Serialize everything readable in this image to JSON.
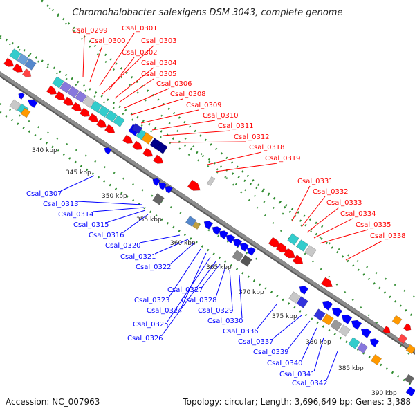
{
  "title": "Chromohalobacter salexigens DSM 3043, complete genome",
  "footer": {
    "accession": "Accession: NC_007963",
    "stats": "Topology: circular; Length: 3,696,649 bp; Genes: 3,388"
  },
  "ticks": [
    "340 kbp",
    "345 kbp",
    "350 kbp",
    "355 kbp",
    "360 kbp",
    "365 kbp",
    "370 kbp",
    "375 kbp",
    "380 kbp",
    "385 kbp",
    "390 kbp"
  ],
  "forward_labels": [
    "Csal_0299",
    "Csal_0300",
    "Csal_0301",
    "Csal_0302",
    "Csal_0303",
    "Csal_0304",
    "Csal_0305",
    "Csal_0306",
    "Csal_0308",
    "Csal_0309",
    "Csal_0310",
    "Csal_0311",
    "Csal_0312",
    "Csal_0318",
    "Csal_0319",
    "Csal_0331",
    "Csal_0332",
    "Csal_0333",
    "Csal_0334",
    "Csal_0335",
    "Csal_0338"
  ],
  "reverse_labels": [
    "Csal_0307",
    "Csal_0313",
    "Csal_0314",
    "Csal_0315",
    "Csal_0316",
    "Csal_0320",
    "Csal_0321",
    "Csal_0322",
    "Csal_0323",
    "Csal_0324",
    "Csal_0325",
    "Csal_0326",
    "Csal_0327",
    "Csal_0328",
    "Csal_0329",
    "Csal_0330",
    "Csal_0336",
    "Csal_0337",
    "Csal_0339",
    "Csal_0340",
    "Csal_0341",
    "Csal_0342"
  ],
  "colors": {
    "forward": "#ff0000",
    "reverse": "#0000ff",
    "backbone": "#8c8c8c",
    "dotted": "#2e8b2e",
    "cyan": "#33cccc",
    "purple": "#8877dd",
    "gray": "#c8c8c8",
    "orange": "#ff9900",
    "navy": "#000088"
  }
}
